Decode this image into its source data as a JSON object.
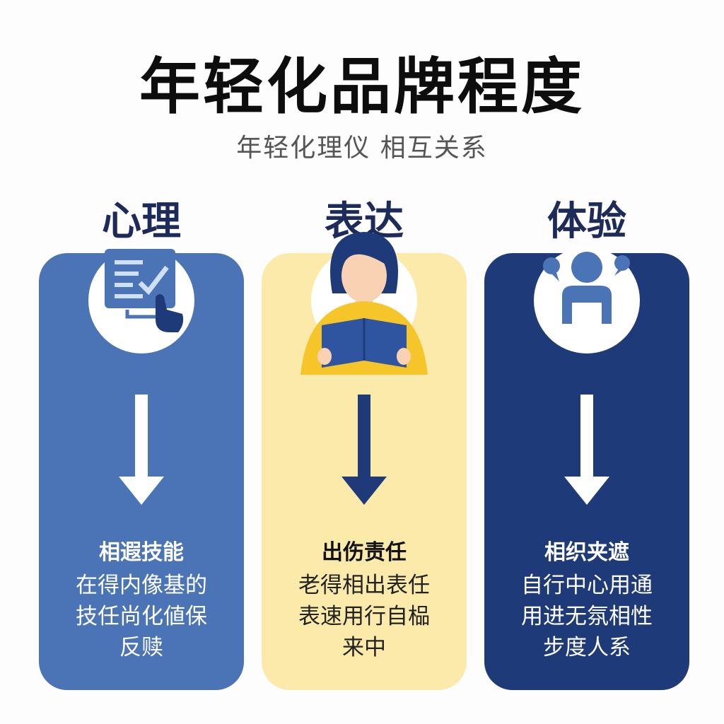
{
  "header": {
    "title": "年轻化品牌程度",
    "subtitle": "年轻化理仪 相互关系"
  },
  "columns": [
    {
      "heading": "心理",
      "icon": "checklist-touch-icon",
      "color": "#4a74b6",
      "title": "相�india技能",
      "lines": [
        "在得内像基的",
        "技任尚化値保",
        "反赎"
      ]
    },
    {
      "heading": "表达",
      "icon": "person-reading-icon",
      "color": "#fbeaa9",
      "title": "出伤责任",
      "lines": [
        "老得相出表任",
        "表速用行自榀",
        "来中"
      ]
    },
    {
      "heading": "体验",
      "icon": "person-speech-icon",
      "color": "#1e3a78",
      "title": "相织夹遮",
      "lines": [
        "自行中心用通",
        "用进无氛相性",
        "步度人系"
      ]
    }
  ]
}
